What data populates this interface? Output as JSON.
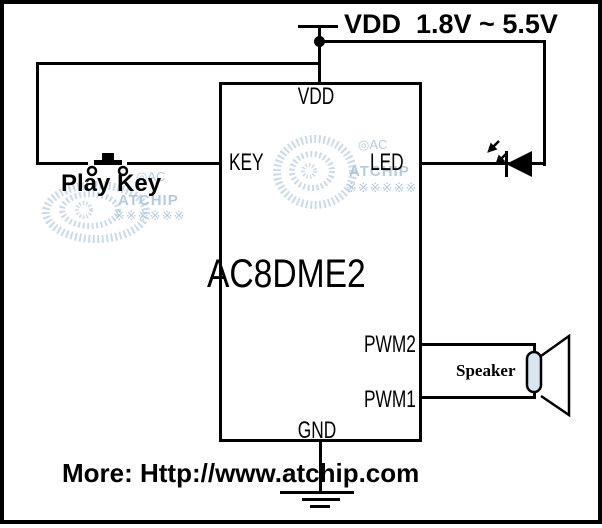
{
  "power": {
    "label": "VDD  1.8V ~ 5.5V"
  },
  "chip": {
    "name": "AC8DME2",
    "pins": {
      "vdd": "VDD",
      "key": "KEY",
      "led": "LED",
      "pwm2": "PWM2",
      "pwm1": "PWM1",
      "gnd": "GND"
    }
  },
  "button": {
    "label": "Play Key"
  },
  "speaker": {
    "label": "Speaker"
  },
  "footer": {
    "text": "More: Http://www.atchip.com"
  },
  "watermark": {
    "badge": "◎AC",
    "brand": "ATCHIP",
    "cjk": "※※※※※※",
    "color": "#a8c3da"
  },
  "colors": {
    "wire": "#000000",
    "background": "#ffffff",
    "coil_fill": "#d8e6f0"
  }
}
